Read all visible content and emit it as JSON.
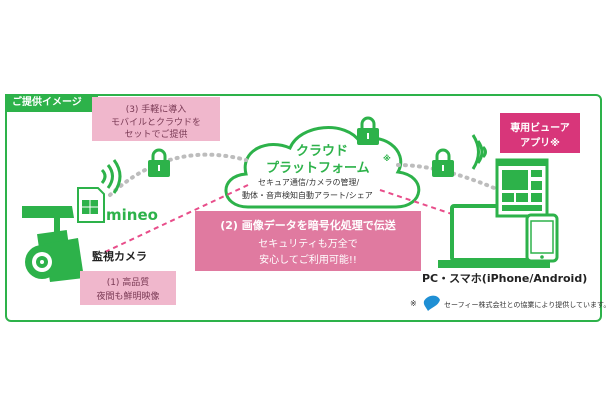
{
  "badge": "ご提供イメージ",
  "callout3": {
    "line1": "(3) 手軽に導入",
    "line2": "モバイルとクラウドを",
    "line3": "セットでご提供"
  },
  "cloud": {
    "title1": "クラウド",
    "title2": "プラットフォーム",
    "mark": "※",
    "desc1": "セキュア通信/カメラの管理/",
    "desc2": "動体・音声検知自動アラート/シェア"
  },
  "callout2": {
    "line1": "(2) 画像データを暗号化処理で伝送",
    "line2": "セキュリティも万全で",
    "line3": "安心してご利用可能!!"
  },
  "camera": {
    "label": "監視カメラ",
    "brand": "mineo"
  },
  "callout1": {
    "line1": "(1) 高品質",
    "line2": "夜間も鮮明映像"
  },
  "viewer": {
    "line1": "専用ビューア",
    "line2": "アプリ※"
  },
  "device_label": "PC・スマホ(iPhone/Android)",
  "footnote": {
    "mark": "※",
    "text": "セーフィー株式会社との協業により提供しています。"
  },
  "colors": {
    "green": "#2db24a",
    "pink": "#d8367a",
    "light_pink": "#f0b7cc"
  }
}
